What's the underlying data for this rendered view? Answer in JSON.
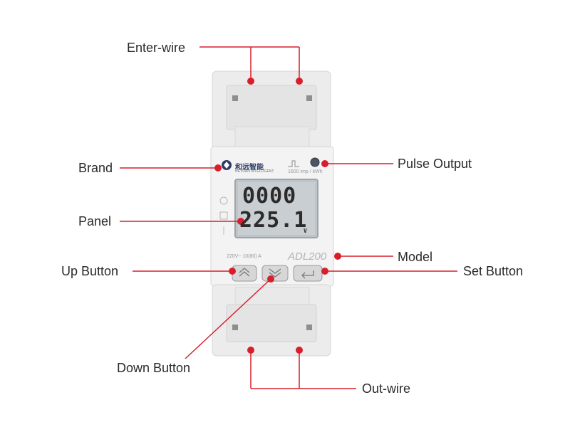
{
  "labels": {
    "enter_wire": "Enter-wire",
    "brand": "Brand",
    "panel": "Panel",
    "up_button": "Up Button",
    "down_button": "Down Button",
    "pulse_output": "Pulse Output",
    "model": "Model",
    "set_button": "Set Button",
    "out_wire": "Out-wire"
  },
  "device": {
    "brand_text": "和远智能",
    "brand_sub": "HEYUAN INTELLIGENT",
    "pulse_text": "1600 imp / kWh",
    "lcd_line1": "0000",
    "lcd_line2": "225.1",
    "lcd_unit": "V",
    "model_text": "ADL200",
    "rating_text": "220V~ 10(80) A"
  },
  "colors": {
    "callout": "#d81e2c",
    "device_body": "#ececec",
    "lcd_bg": "#c9ced2"
  }
}
